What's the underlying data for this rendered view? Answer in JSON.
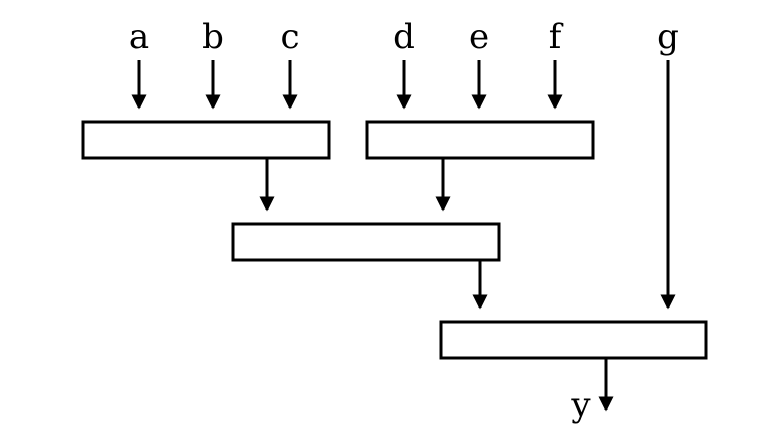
{
  "inputs": {
    "a": "a",
    "b": "b",
    "c": "c",
    "d": "d",
    "e": "e",
    "f": "f",
    "g": "g"
  },
  "output": {
    "y": "y"
  }
}
